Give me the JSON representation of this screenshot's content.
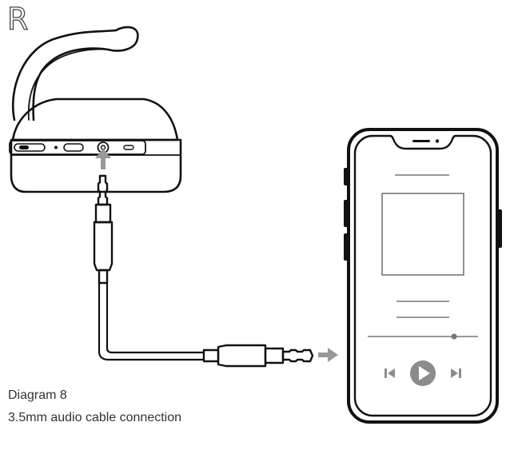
{
  "side_marker": "R",
  "caption": {
    "title": "Diagram 8",
    "subtitle": "3.5mm audio cable connection"
  },
  "icons": {
    "previous": "skip-previous-icon",
    "play": "play-icon",
    "next": "skip-next-icon",
    "arrow_up": "arrow-up-icon",
    "arrow_right": "arrow-right-icon"
  },
  "colors": {
    "outline": "#111111",
    "arrow": "#999999",
    "play_button": "#8c8c8c",
    "screen_lines": "#777777"
  }
}
